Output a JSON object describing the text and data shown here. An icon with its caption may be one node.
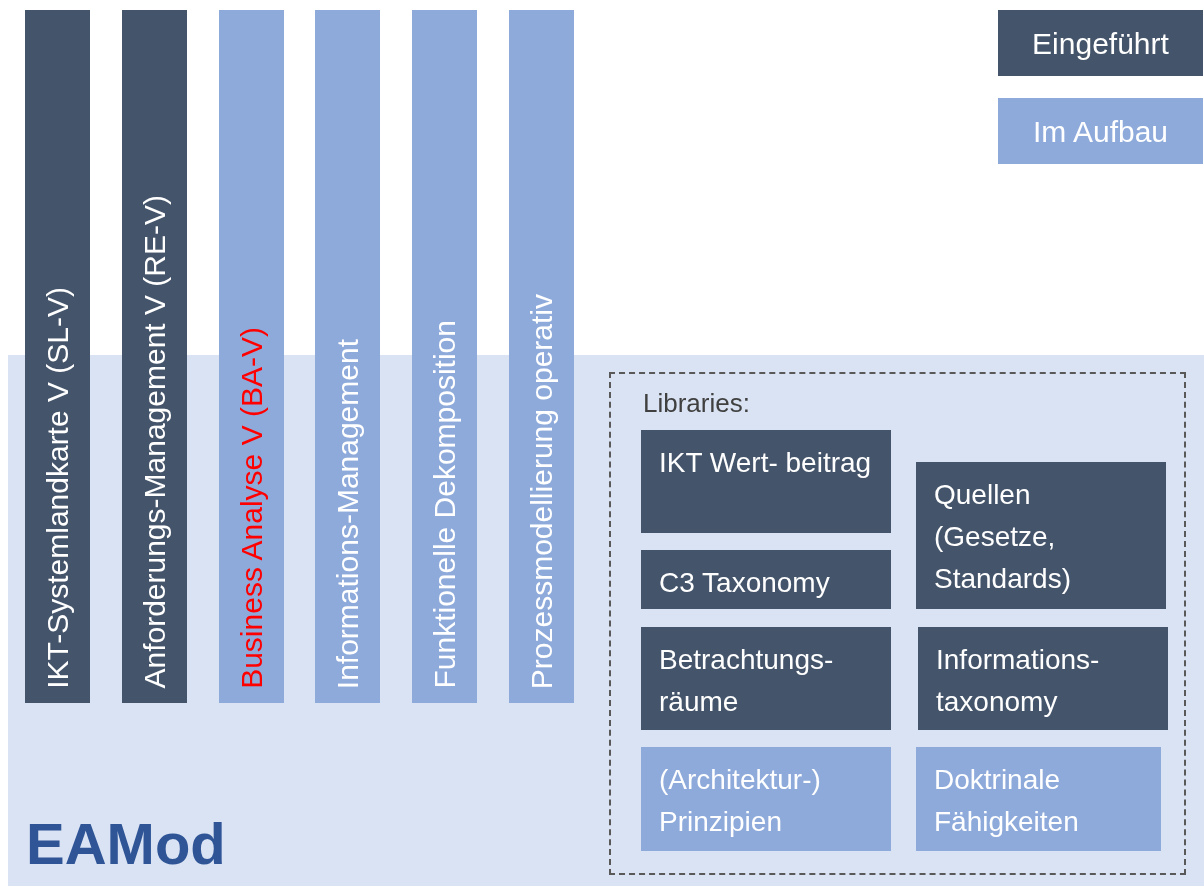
{
  "diagram": {
    "nodes": [
      {
        "text": [
          "EAMod"
        ]
      },
      {
        "text": [
          "IKT-Systemlandkarte V (SL-V)"
        ]
      },
      {
        "text": [
          "Anforderungs-Management V (RE-V)"
        ]
      },
      {
        "text": [
          "Business Analyse V (BA-V)"
        ]
      },
      {
        "text": [
          "Informations-Management"
        ]
      },
      {
        "text": [
          "Funktionelle Dekomposition"
        ]
      },
      {
        "text": [
          "Prozessmodellierung operativ"
        ]
      },
      {
        "text": [
          "Libraries:"
        ],
        "in": 0
      },
      {
        "text": [
          "IKT Wert- beitrag"
        ],
        "in": 7
      },
      {
        "text": [
          "Quellen (Gesetze, Standards)"
        ],
        "in": 7
      },
      {
        "text": [
          "C3 Taxonomy"
        ],
        "in": 7
      },
      {
        "text": [
          "Betrachtungs- räume"
        ],
        "in": 7
      },
      {
        "text": [
          "Informations- taxonomy"
        ],
        "in": 7
      },
      {
        "text": [
          "(Architektur-) Prinzipien"
        ],
        "in": 7
      },
      {
        "text": [
          "Doktrinale Fähigkeiten"
        ],
        "in": 7
      }
    ],
    "legend": [
      {
        "text": "Eingeführt",
        "color": "#44546a"
      },
      {
        "text": "Im Aufbau",
        "color": "#8eaadb"
      }
    ]
  }
}
